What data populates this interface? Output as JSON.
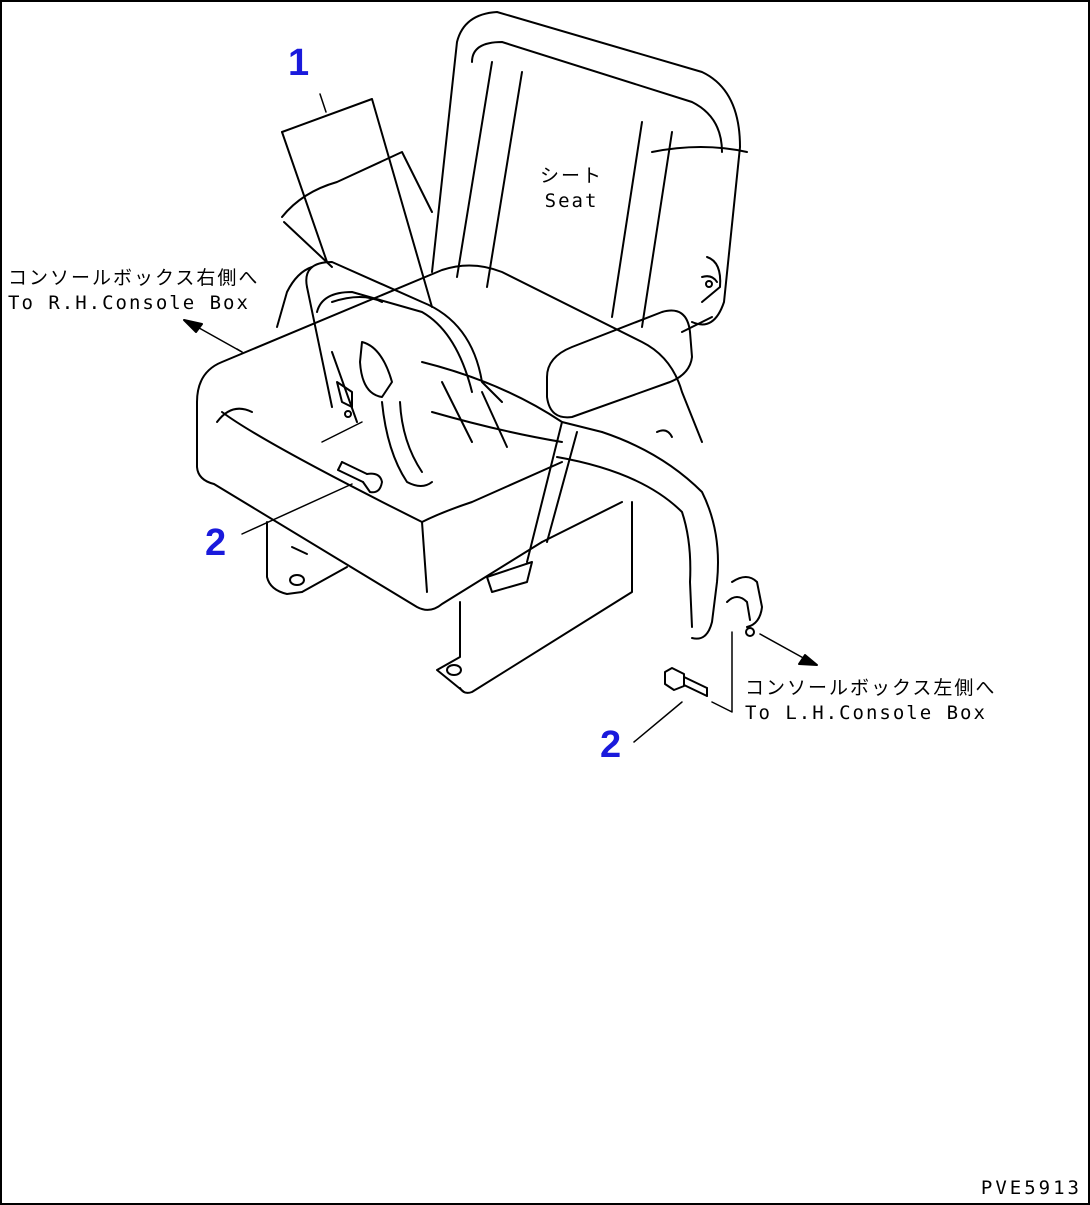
{
  "callouts": {
    "part1": "1",
    "part2_left": "2",
    "part2_right": "2"
  },
  "labels": {
    "seat_jp": "シート",
    "seat_en": "Seat",
    "rh_console_jp": "コンソールボックス右側へ",
    "rh_console_en": "To R.H.Console Box",
    "lh_console_jp": "コンソールボックス左側へ",
    "lh_console_en": "To L.H.Console Box"
  },
  "drawing_number": "PVE5913",
  "colors": {
    "callout": "#1a1adc",
    "line": "#000000",
    "background": "#ffffff"
  }
}
